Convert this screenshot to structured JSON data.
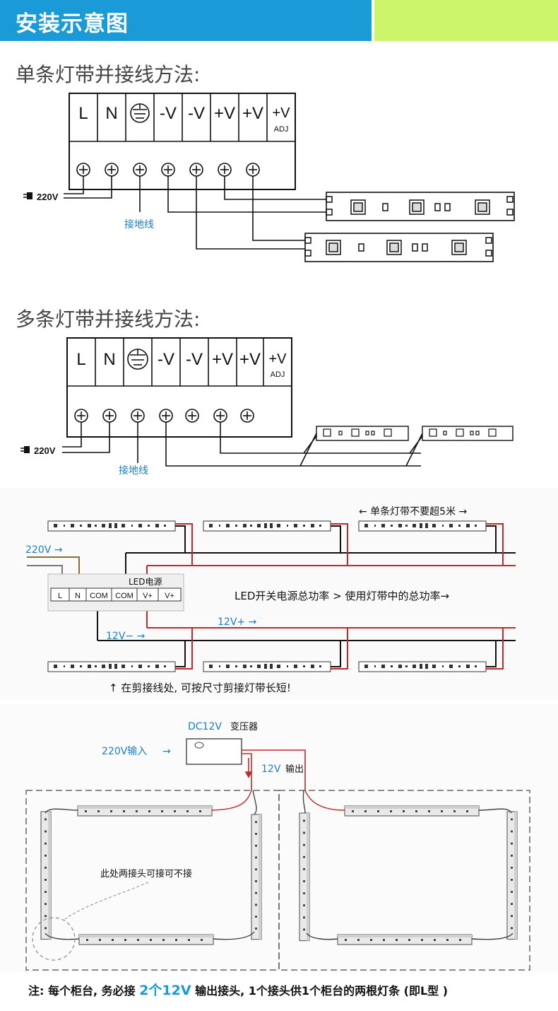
{
  "header": {
    "title": "安装示意图",
    "accent": "#1a9ad6",
    "accent2": "#cdf56a"
  },
  "section1": {
    "title": "单条灯带并接线方法:"
  },
  "section2": {
    "title": "多条灯带并接线方法:"
  },
  "psu": {
    "terminals": [
      "L",
      "N",
      "⏚",
      "-V",
      "-V",
      "+V",
      "+V",
      "+V"
    ],
    "adj": "ADJ"
  },
  "labels": {
    "v220": "220V",
    "ground": "接地线",
    "strip_limit": "← 单条灯带不要超5米 →",
    "v220_in": "220V →",
    "led_power": "LED电源",
    "power_rule": "LED开关电源总功率 > 使用灯带中的总功率→",
    "v12_plus": "12V+  →",
    "v12_minus": "12V−  →",
    "cut_note": "↑ 在剪接线处, 可按尺寸剪接灯带长短!",
    "dc12v": "DC12V",
    "transformer": "变压器",
    "input220": "220V输入",
    "input_arrow": "→",
    "out12": "12V",
    "output": "输出",
    "joint_note": "此处两接头可接可不接"
  },
  "terminal_block": [
    "L",
    "N",
    "COM",
    "COM",
    "V+",
    "V+"
  ],
  "note": {
    "prefix": "注: 每个柜台, 务必接 ",
    "highlight": "2个12V",
    "suffix": " 输出接头, 1个接头供1个柜台的两根灯条 (即L型 )"
  }
}
